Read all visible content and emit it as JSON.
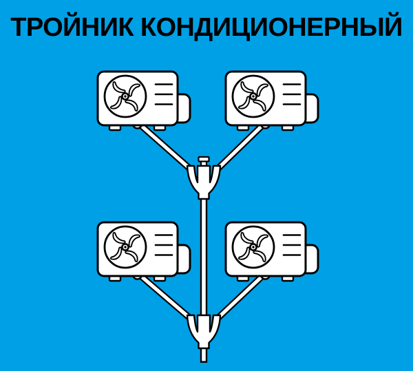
{
  "title": "ТРОЙНИК КОНДИЦИОНЕРНЫЙ",
  "colors": {
    "background": "#00A0E6",
    "line": "#000000",
    "surface": "#FFFFFF",
    "title": "#000000"
  },
  "diagram": {
    "description": "Four outdoor air-conditioner units connected by refrigerant pipes through two Y-tee splitters",
    "icons": {
      "ac_unit": "outdoor-ac-unit-icon",
      "fan": "fan-icon",
      "tee": "y-tee-splitter-icon",
      "cap": "service-cap-icon"
    },
    "ac_units": [
      "top-left",
      "top-right",
      "bottom-left",
      "bottom-right"
    ],
    "tees": [
      "upper",
      "lower"
    ],
    "pipes": [
      "top-left-unit-to-upper-tee",
      "top-right-unit-to-upper-tee",
      "upper-tee-to-lower-tee",
      "bottom-left-unit-to-lower-tee",
      "bottom-right-unit-to-lower-tee",
      "lower-tee-outlet"
    ]
  }
}
